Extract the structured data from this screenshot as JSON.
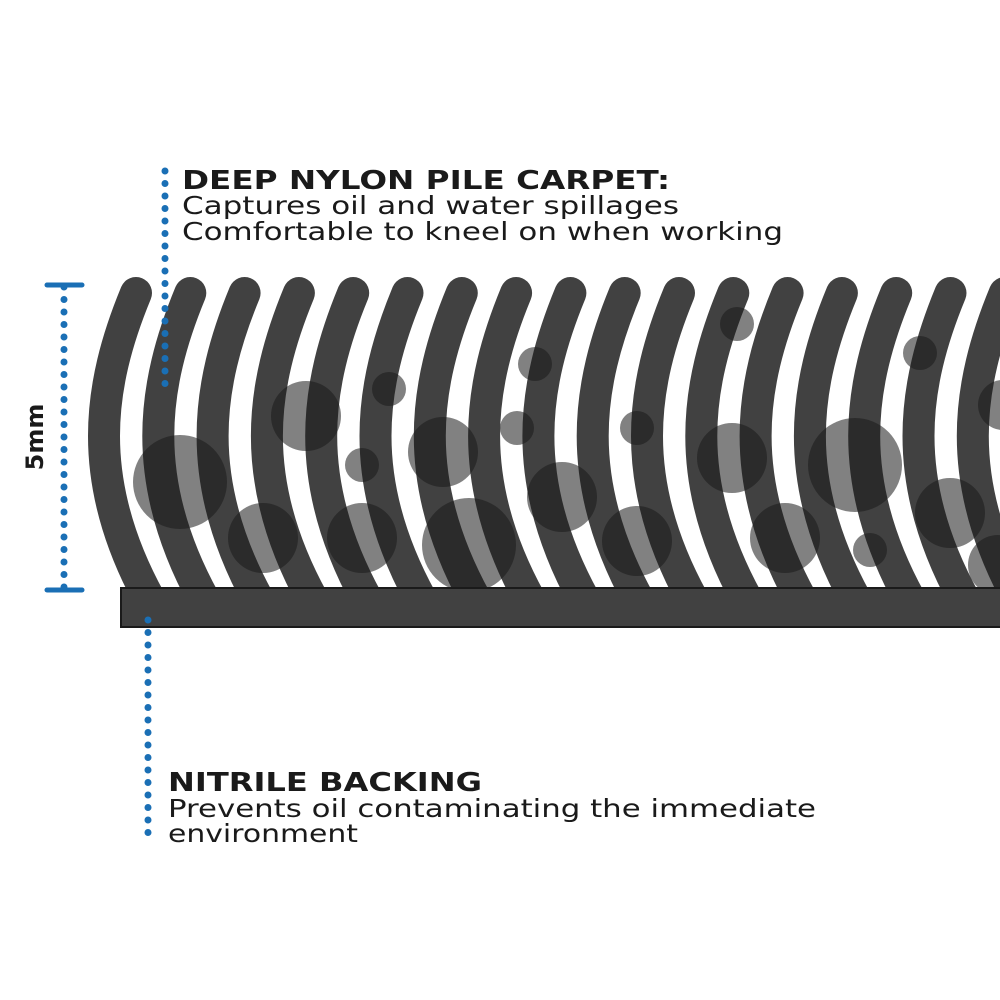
{
  "carpet_callout": {
    "heading": "DEEP NYLON PILE CARPET:",
    "lines": [
      "Captures oil and water spillages",
      "Comfortable to kneel on when working"
    ]
  },
  "backing_callout": {
    "heading": "NITRILE BACKING",
    "lines": [
      "Prevents oil contaminating the immediate",
      "environment"
    ]
  },
  "measurement": {
    "label": "5mm"
  },
  "colors": {
    "accent": "#1a6fb5",
    "fiber": "#414141",
    "text": "#1a1a1a"
  }
}
